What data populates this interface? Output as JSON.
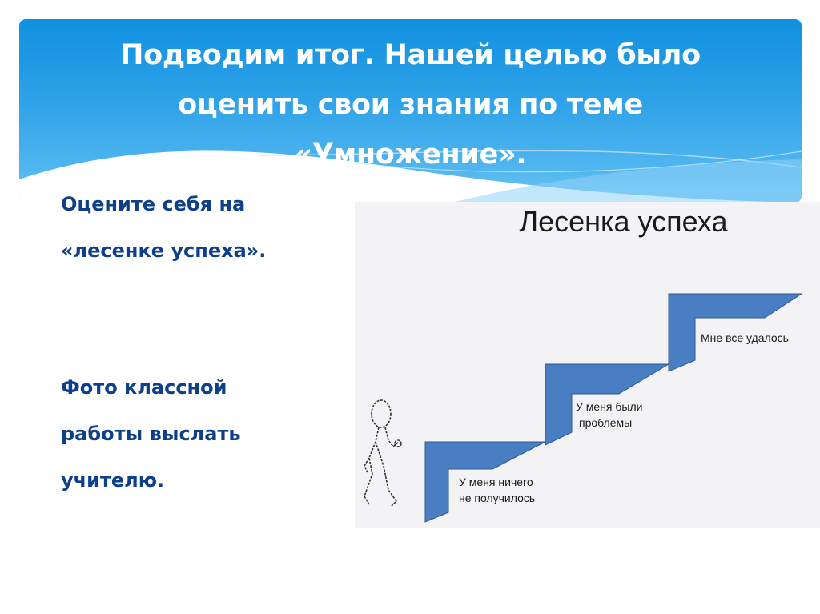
{
  "slide": {
    "title": "Подводим  итог. Нашей целью было оценить свои знания по теме «Умножение».",
    "title_lines": [
      "Подводим  итог. Нашей целью было",
      "оценить свои знания по теме",
      "«Умножение»."
    ],
    "body": {
      "paragraph1_lines": [
        "Оцените  себя на",
        "«лесенке успеха»."
      ],
      "paragraph2_lines": [
        "Фото классной",
        "работы  выслать",
        "учителю."
      ]
    },
    "colors": {
      "banner_top": "#1190e0",
      "banner_bottom": "#6cc4f3",
      "title_text": "#ffffff",
      "body_text": "#0d3f8a",
      "stair_fill": "#4a7ec2",
      "stair_stroke": "#2b5a96"
    }
  },
  "figure": {
    "title": "Лесенка успеха",
    "steps": [
      {
        "level": 1,
        "label_lines": [
          "У меня ничего",
          "не получилось"
        ]
      },
      {
        "level": 2,
        "label_lines": [
          "У меня были",
          "проблемы"
        ]
      },
      {
        "level": 3,
        "label_lines": [
          "Мне все удалось"
        ]
      }
    ],
    "icon": "walking-person-icon"
  }
}
